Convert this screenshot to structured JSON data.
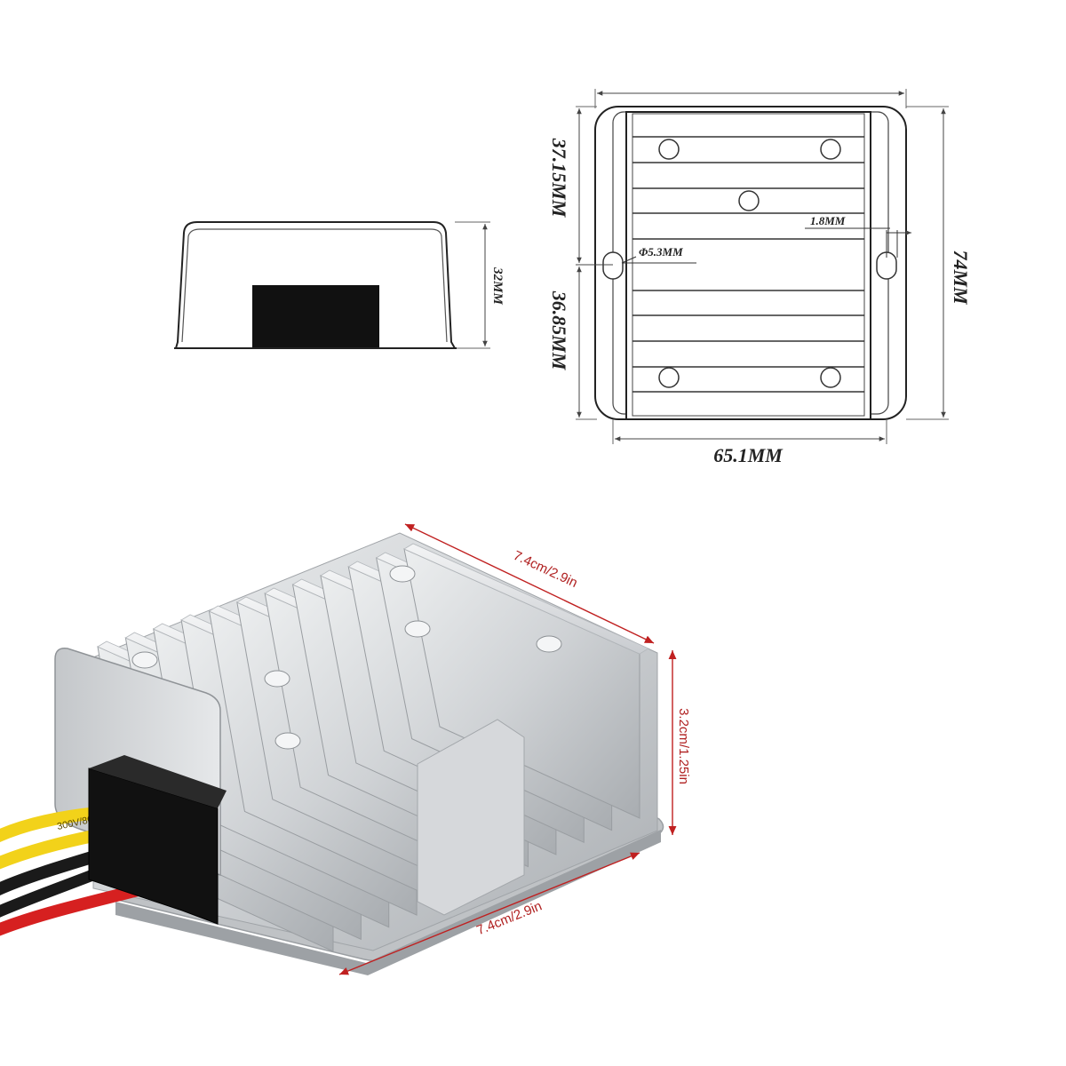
{
  "side_view": {
    "height_label": "32MM"
  },
  "top_view": {
    "width_label": "65.1MM",
    "height_label": "74MM",
    "upper_section_label": "37.15MM",
    "lower_section_label": "36.85MM",
    "slot_label": "1.8MM",
    "hole_label": "Φ5.3MM"
  },
  "photo": {
    "top_length_label": "7.4cm/2.9in",
    "height_label": "3.2cm/1.25in",
    "bottom_length_label": "7.4cm/2.9in",
    "wire_print": "300V/80C"
  },
  "colors": {
    "line": "#222222",
    "dimension_red": "#c02020",
    "aluminum": "#d4d6d8",
    "connector": "#111111",
    "wire_yellow": "#f2d21a",
    "wire_red": "#d62020",
    "wire_black": "#1a1a1a"
  }
}
